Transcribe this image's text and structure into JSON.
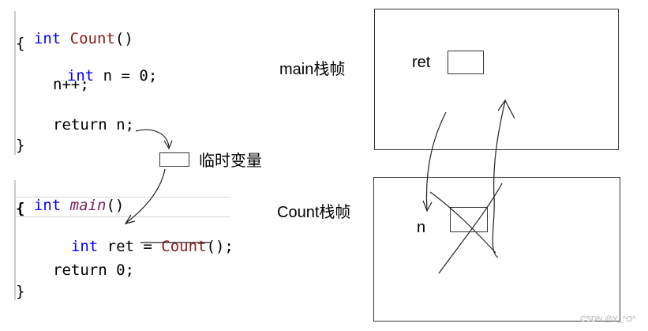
{
  "code": {
    "count_fn": {
      "kw_int": "int",
      "name": "Count",
      "parens": "()",
      "open_brace": "{",
      "decl_kw": "int",
      "decl_rest": " n = 0;",
      "incr": "n++;",
      "return_stmt": "return n;",
      "close_brace": "}"
    },
    "main_fn": {
      "kw_int": "int",
      "name": "main",
      "parens": "()",
      "open_brace": "{",
      "decl_kw": "int",
      "decl_mid": " ret = ",
      "call_name": "Count",
      "call_rest": "();",
      "return_stmt": "return 0;",
      "close_brace": "}"
    }
  },
  "annotations": {
    "temp_var_label": "临时变量"
  },
  "stack": {
    "main_frame_label": "main栈帧",
    "main_var": "ret",
    "count_frame_label": "Count栈帧",
    "count_var": "n"
  },
  "watermark": "CSDN @Y_^O^"
}
